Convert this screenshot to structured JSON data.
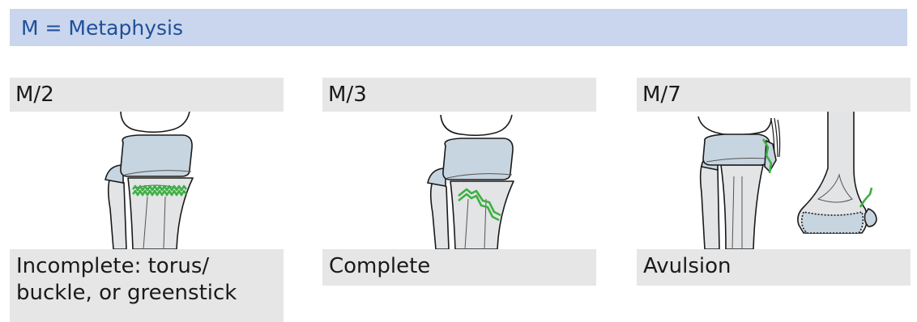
{
  "header": {
    "title": "M = Metaphysis"
  },
  "panels": [
    {
      "code": "M/2",
      "caption": "Incomplete: torus/ buckle, or greenstick"
    },
    {
      "code": "M/3",
      "caption": "Complete"
    },
    {
      "code": "M/7",
      "caption": "Avulsion"
    }
  ],
  "colors": {
    "banner": "#c9d6ed",
    "title_text": "#1f4f9a",
    "panel_gray": "#e6e6e6",
    "epiphysis": "#c7d5e0",
    "fracture": "#3cb043"
  }
}
